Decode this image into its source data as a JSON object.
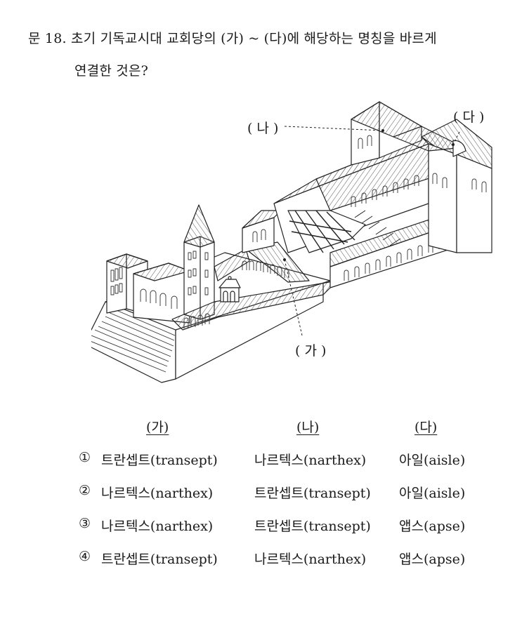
{
  "question": {
    "line1": "문 18. 초기 기독교시대 교회당의 (가) ~ (다)에 해당하는 명칭을 바르게",
    "line2": "연결한 것은?"
  },
  "figure": {
    "label_ga": "( 가 )",
    "label_na": "( 나 )",
    "label_da": "( 다 )"
  },
  "table": {
    "headers": [
      "(가)",
      "(나)",
      "(다)"
    ],
    "rows": [
      {
        "num": "①",
        "a": "트란셉트(transept)",
        "b": "나르텍스(narthex)",
        "c": "아일(aisle)"
      },
      {
        "num": "②",
        "a": "나르텍스(narthex)",
        "b": "트란셉트(transept)",
        "c": "아일(aisle)"
      },
      {
        "num": "③",
        "a": "나르텍스(narthex)",
        "b": "트란셉트(transept)",
        "c": "앱스(apse)"
      },
      {
        "num": "④",
        "a": "트란셉트(transept)",
        "b": "나르텍스(narthex)",
        "c": "앱스(apse)"
      }
    ]
  }
}
